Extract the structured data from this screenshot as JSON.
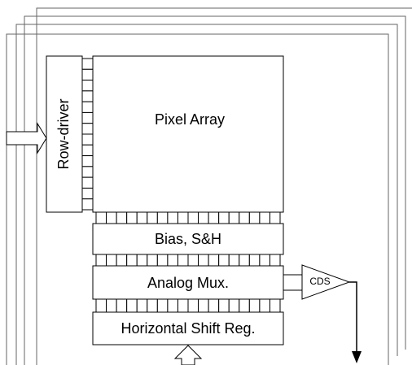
{
  "blocks": {
    "pixel_array": "Pixel Array",
    "row_driver": "Row-driver",
    "bias_sh": "Bias, S&H",
    "analog_mux": "Analog Mux.",
    "shift_reg": "Horizontal Shift Reg.",
    "cds": "CDS"
  },
  "colors": {
    "line": "#000000",
    "stack": "#666666",
    "fill": "#ffffff"
  }
}
